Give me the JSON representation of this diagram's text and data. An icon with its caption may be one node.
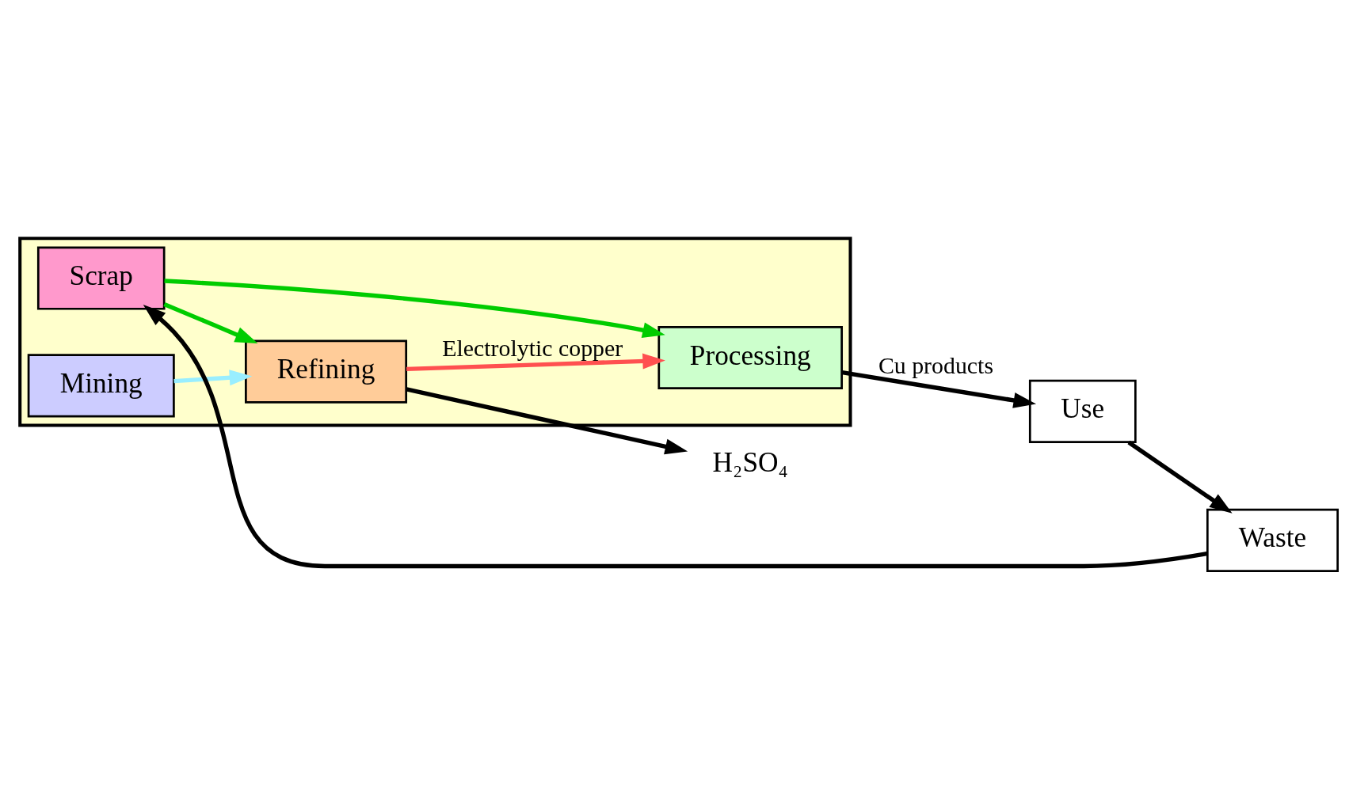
{
  "diagram": {
    "nodes": [
      {
        "text": [],
        "shape": "box"
      },
      {
        "text": [
          "Refining"
        ],
        "in": 0
      },
      {
        "text": [
          "Processing"
        ],
        "in": 0
      },
      {
        "text": [
          "Mining"
        ],
        "in": 0
      },
      {
        "text": [
          "Scrap"
        ],
        "in": 0
      },
      {
        "text": [
          "Use"
        ]
      },
      {
        "text": [
          "Waste"
        ]
      },
      {
        "text": [
          "H₂SO₄"
        ]
      }
    ],
    "edges": [
      {
        "from": 3,
        "to": 1,
        "arrow": "to",
        "color": "#99eeff"
      },
      {
        "from": 1,
        "to": 7,
        "arrow": "to"
      },
      {
        "from": 1,
        "to": 2,
        "arrow": "to",
        "label": "Electrolytic copper",
        "color": "#ff5050"
      },
      {
        "from": 4,
        "to": 1,
        "arrow": "to",
        "color": "#00cc00"
      },
      {
        "from": 4,
        "to": 2,
        "arrow": "to",
        "color": "#00cc00"
      },
      {
        "from": 2,
        "to": 5,
        "arrow": "to",
        "label": "Cu products"
      },
      {
        "from": 5,
        "to": 6,
        "arrow": "to"
      },
      {
        "from": 6,
        "to": 4,
        "arrow": "to"
      }
    ]
  }
}
